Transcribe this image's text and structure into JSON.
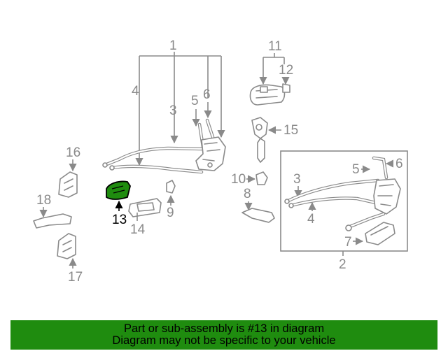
{
  "diagram": {
    "callouts": {
      "c1": "1",
      "c2": "2",
      "c3a": "3",
      "c3b": "3",
      "c4a": "4",
      "c4b": "4",
      "c5a": "5",
      "c5b": "5",
      "c6a": "6",
      "c6b": "6",
      "c7": "7",
      "c8": "8",
      "c9": "9",
      "c10": "10",
      "c11": "11",
      "c12": "12",
      "c13": "13",
      "c14": "14",
      "c15": "15",
      "c16": "16",
      "c17": "17",
      "c18": "18"
    },
    "highlight_color": "#1f8c0f",
    "highlighted_part": "13"
  },
  "banner": {
    "line1": "Part or sub-assembly is #13 in diagram",
    "line2": "Diagram may not be specific to your vehicle",
    "background": "#1f8c0f"
  }
}
